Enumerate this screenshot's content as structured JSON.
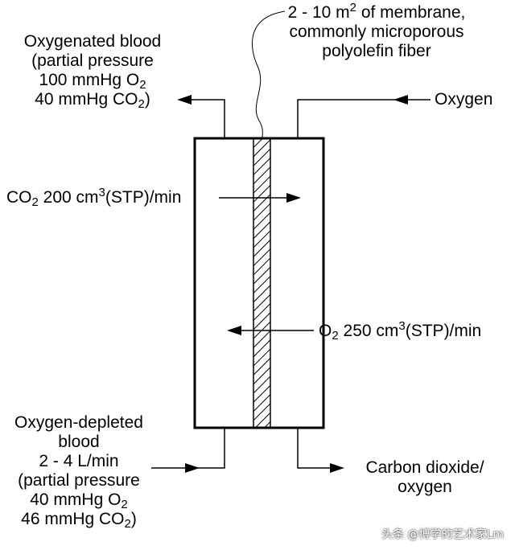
{
  "membrane_note": {
    "line1_pre": "2 - 10 m",
    "line1_sup": "2",
    "line1_post": " of membrane,",
    "line2": "commonly microporous",
    "line3": "polyolefin fiber"
  },
  "oxygenated_blood": {
    "line1": "Oxygenated blood",
    "line2": "(partial pressure",
    "line3_pre": "100 mmHg O",
    "line3_sub": "2",
    "line4_pre": "40 mmHg CO",
    "line4_sub": "2",
    "line4_post": ")"
  },
  "oxygen_in": {
    "label": "Oxygen"
  },
  "co2_flux": {
    "pre": "CO",
    "sub": "2",
    "mid": " 200 cm",
    "sup": "3",
    "post": "(STP)/min"
  },
  "o2_flux": {
    "pre": "O",
    "sub": "2",
    "mid": " 250 cm",
    "sup": "3",
    "post": "(STP)/min"
  },
  "depleted_blood": {
    "line1": "Oxygen-depleted",
    "line2": "blood",
    "line3": "2 - 4 L/min",
    "line4": "(partial pressure",
    "line5_pre": "40 mmHg O",
    "line5_sub": "2",
    "line6_pre": "46 mmHg CO",
    "line6_sub": "2",
    "line6_post": ")"
  },
  "gas_out": {
    "line1": "Carbon dioxide/",
    "line2": "oxygen"
  },
  "watermark": "头条 @博学的艺术家Lm",
  "colors": {
    "stroke": "#000000",
    "background": "#ffffff"
  }
}
